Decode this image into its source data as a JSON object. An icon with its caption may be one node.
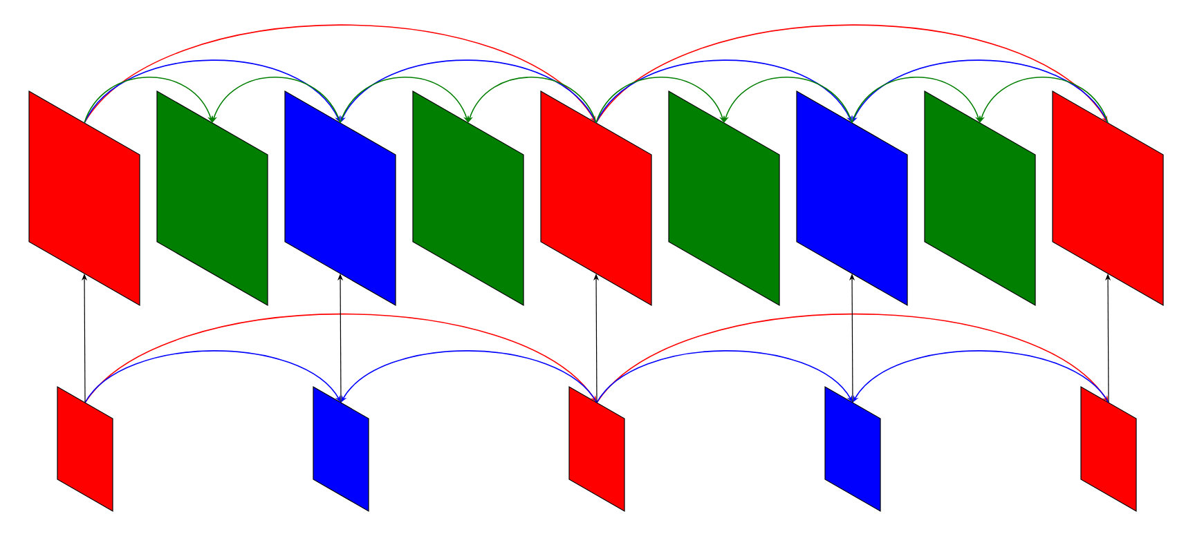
{
  "diagram": {
    "nodes": [
      {
        "text": [],
        "shape": "parallelogram"
      },
      {
        "text": [],
        "shape": "parallelogram"
      },
      {
        "text": [],
        "shape": "parallelogram"
      },
      {
        "text": [],
        "shape": "parallelogram"
      },
      {
        "text": [],
        "shape": "parallelogram"
      },
      {
        "text": [],
        "shape": "parallelogram"
      },
      {
        "text": [],
        "shape": "parallelogram"
      },
      {
        "text": [],
        "shape": "parallelogram"
      },
      {
        "text": [],
        "shape": "parallelogram"
      },
      {
        "text": [],
        "shape": "parallelogram"
      },
      {
        "text": [],
        "shape": "parallelogram"
      },
      {
        "text": [],
        "shape": "parallelogram"
      },
      {
        "text": [],
        "shape": "parallelogram"
      },
      {
        "text": [],
        "shape": "parallelogram"
      }
    ],
    "edges": [
      {
        "from": 0,
        "to": 4,
        "arrow": "to",
        "color": "#ff0000"
      },
      {
        "from": 4,
        "to": 8,
        "arrow": "to",
        "color": "#ff0000"
      },
      {
        "from": 0,
        "to": 2,
        "arrow": "to",
        "color": "#0000ff"
      },
      {
        "from": 4,
        "to": 2,
        "arrow": "to",
        "color": "#0000ff"
      },
      {
        "from": 4,
        "to": 6,
        "arrow": "to",
        "color": "#0000ff"
      },
      {
        "from": 8,
        "to": 6,
        "arrow": "to",
        "color": "#0000ff"
      },
      {
        "from": 0,
        "to": 1,
        "arrow": "to",
        "color": "#007f00"
      },
      {
        "from": 2,
        "to": 1,
        "arrow": "to",
        "color": "#007f00"
      },
      {
        "from": 2,
        "to": 3,
        "arrow": "to",
        "color": "#007f00"
      },
      {
        "from": 4,
        "to": 3,
        "arrow": "to",
        "color": "#007f00"
      },
      {
        "from": 4,
        "to": 5,
        "arrow": "to",
        "color": "#007f00"
      },
      {
        "from": 6,
        "to": 5,
        "arrow": "to",
        "color": "#007f00"
      },
      {
        "from": 6,
        "to": 7,
        "arrow": "to",
        "color": "#007f00"
      },
      {
        "from": 8,
        "to": 7,
        "arrow": "to",
        "color": "#007f00"
      },
      {
        "from": 9,
        "to": 11,
        "arrow": "to",
        "color": "#ff0000"
      },
      {
        "from": 11,
        "to": 13,
        "arrow": "to",
        "color": "#ff0000"
      },
      {
        "from": 9,
        "to": 10,
        "arrow": "to",
        "color": "#0000ff"
      },
      {
        "from": 11,
        "to": 10,
        "arrow": "to",
        "color": "#0000ff"
      },
      {
        "from": 11,
        "to": 12,
        "arrow": "to",
        "color": "#0000ff"
      },
      {
        "from": 13,
        "to": 12,
        "arrow": "to",
        "color": "#0000ff"
      },
      {
        "from": 9,
        "to": 0,
        "arrow": "to",
        "color": "#000000"
      },
      {
        "from": 10,
        "to": 2,
        "arrow": "to",
        "color": "#000000"
      },
      {
        "from": 11,
        "to": 4,
        "arrow": "to",
        "color": "#000000"
      },
      {
        "from": 12,
        "to": 6,
        "arrow": "to",
        "color": "#000000"
      },
      {
        "from": 13,
        "to": 8,
        "arrow": "to",
        "color": "#000000"
      }
    ]
  }
}
